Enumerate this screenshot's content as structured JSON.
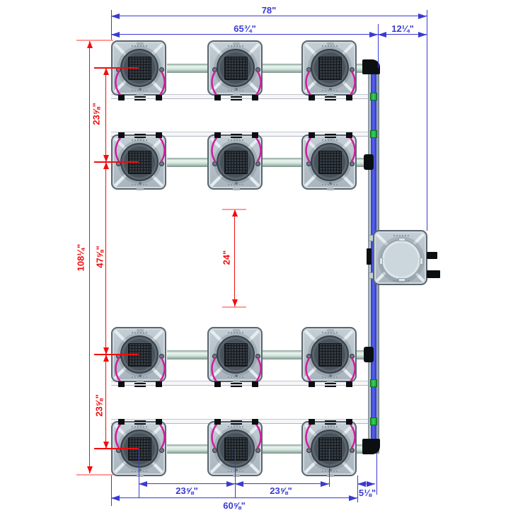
{
  "colors": {
    "dimension_blue": "#3a3ad2",
    "dimension_red": "#f20d0d",
    "extension_red_light": "#ff9a9a",
    "hose_magenta": "#cc1f9e",
    "pipe_core_blue": "#3c46dc",
    "fitting_green": "#22b043",
    "fitting_black": "#0c0f12",
    "pot_body_gray": "#b4bfc8",
    "rail_white": "#f5f5fa"
  },
  "system": {
    "grow_pot_rows": 4,
    "grow_pot_columns": 3,
    "grow_pot_count": 12,
    "reservoir_count": 1
  },
  "dimensions": {
    "overall_width": {
      "label": "78\""
    },
    "upper_left_width": {
      "label": "65¾\""
    },
    "upper_right_width": {
      "label": "12¼\""
    },
    "overall_height": {
      "label": "108¼\""
    },
    "row_spacing_1_2": {
      "label": "23⅝\""
    },
    "row_spacing_2_3": {
      "label": "47⅝\""
    },
    "row_spacing_3_4": {
      "label": "23⅝\""
    },
    "walkway": {
      "label": "24\""
    },
    "col_spacing_1_2": {
      "label": "23⅝\""
    },
    "col_spacing_2_3": {
      "label": "23⅝\""
    },
    "manifold_offset": {
      "label": "5⅛\""
    },
    "bottom_width": {
      "label": "60⅝\""
    }
  }
}
